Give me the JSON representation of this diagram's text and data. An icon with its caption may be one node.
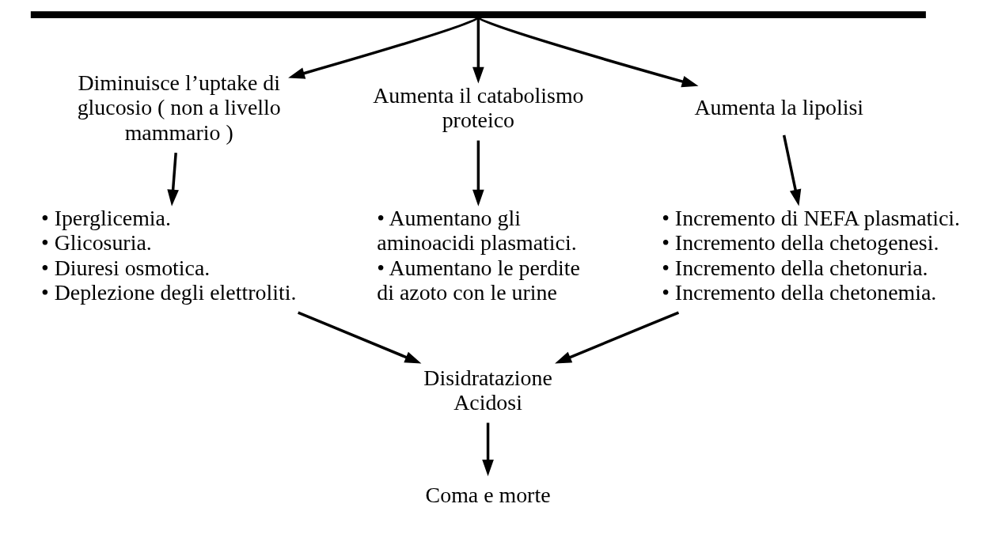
{
  "diagram": {
    "nodes": [
      {
        "text": [],
        "shape": "bar"
      },
      {
        "text": [
          "Diminuisce l’uptake di glucosio ( non a livello mammario )"
        ]
      },
      {
        "text": [
          "Aumenta il catabolismo proteico"
        ]
      },
      {
        "text": [
          "Aumenta la lipolisi"
        ]
      },
      {
        "text": [
          "• Iperglicemia.",
          "• Glicosuria.",
          "• Diuresi osmotica.",
          "• Deplezione degli elettroliti."
        ]
      },
      {
        "text": [
          "• Aumentano gli aminoacidi plasmatici.",
          "• Aumentano le perdite di azoto con le urine"
        ]
      },
      {
        "text": [
          "• Incremento di NEFA plasmatici.",
          "• Incremento della chetogenesi.",
          "• Incremento della chetonuria.",
          "• Incremento della chetonemia."
        ]
      },
      {
        "text": [
          "Disidratazione",
          "Acidosi"
        ]
      },
      {
        "text": [
          "Coma e morte"
        ]
      }
    ],
    "edges": [
      {
        "from": 0,
        "to": 1,
        "arrow": "to"
      },
      {
        "from": 0,
        "to": 2,
        "arrow": "to"
      },
      {
        "from": 0,
        "to": 3,
        "arrow": "to"
      },
      {
        "from": 1,
        "to": 4,
        "arrow": "to"
      },
      {
        "from": 2,
        "to": 5,
        "arrow": "to"
      },
      {
        "from": 3,
        "to": 6,
        "arrow": "to"
      },
      {
        "from": 4,
        "to": 7,
        "arrow": "to"
      },
      {
        "from": 6,
        "to": 7,
        "arrow": "to"
      },
      {
        "from": 7,
        "to": 8,
        "arrow": "to"
      }
    ]
  }
}
